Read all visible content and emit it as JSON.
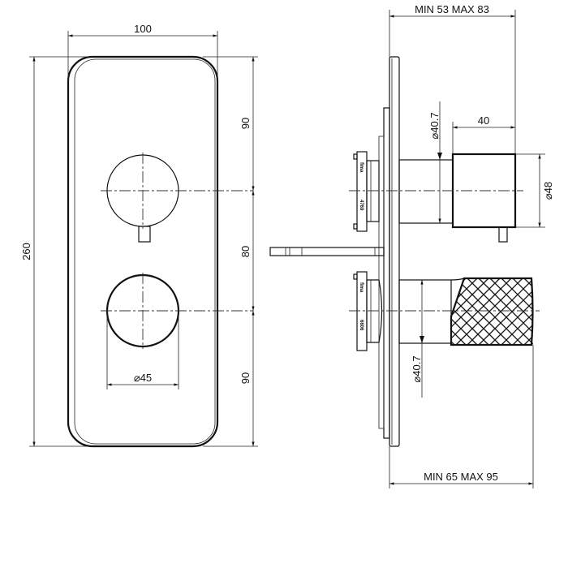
{
  "front_view": {
    "width_dim": "100",
    "height_dim": "260",
    "top_segment_dim": "90",
    "middle_segment_dim": "80",
    "bottom_segment_dim": "90",
    "knob_diameter_dim": "⌀45"
  },
  "side_view": {
    "top_depth_dim": "MIN 53 MAX 83",
    "top_stem_diameter_dim": "⌀40.7",
    "handle_length_dim": "40",
    "handle_diameter_dim": "⌀48",
    "bottom_stem_diameter_dim": "⌀40.7",
    "bottom_depth_dim": "MIN 65 MAX 95",
    "cartridge_top_brand": "fima",
    "cartridge_top_code": "4769",
    "cartridge_bottom_brand": "fima",
    "cartridge_bottom_code": "6606"
  }
}
